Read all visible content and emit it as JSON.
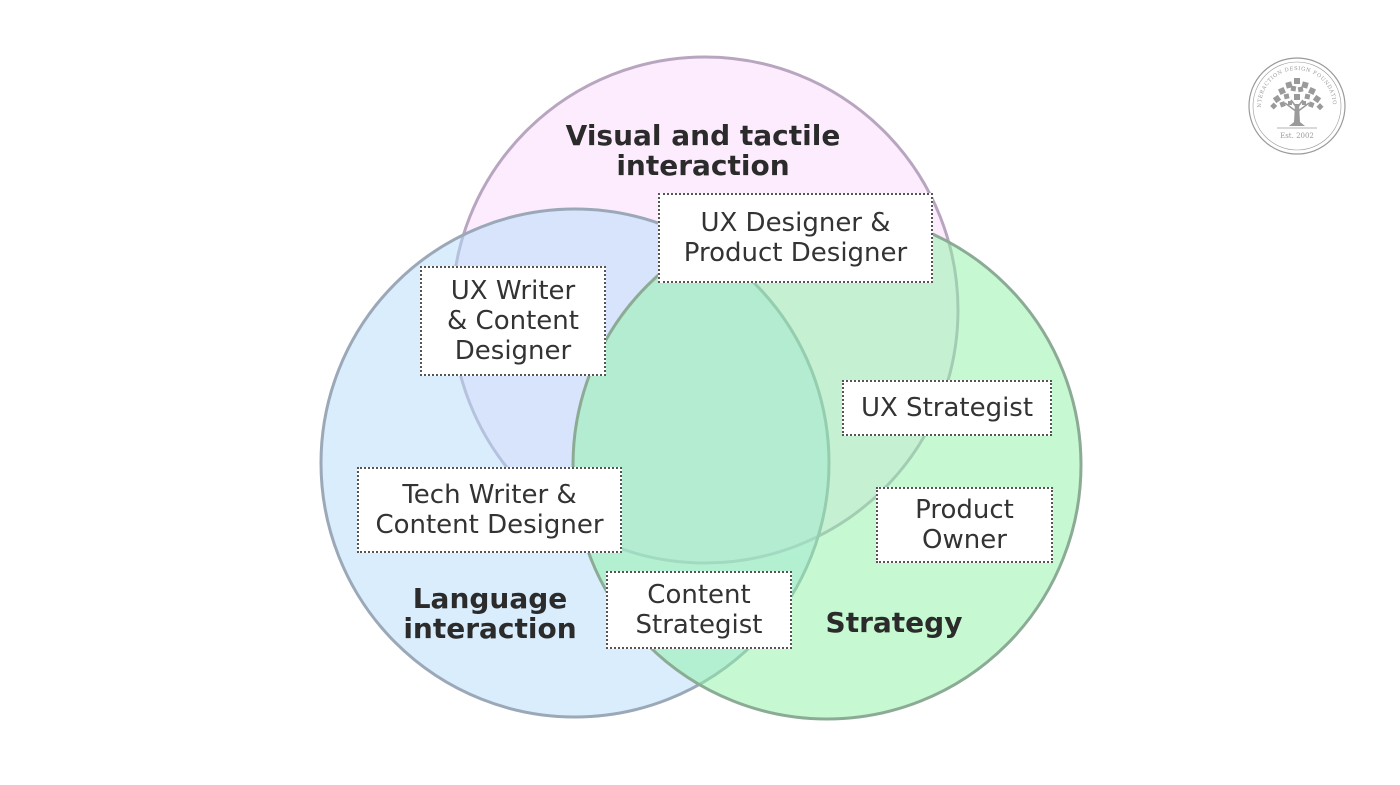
{
  "circles": {
    "visual": {
      "label_lines": [
        "Visual and tactile",
        "interaction"
      ],
      "fill": "#f9d9fb",
      "stroke": "#b8a6c0"
    },
    "language": {
      "label_lines": [
        "Language",
        "interaction"
      ],
      "fill": "#b3dcfa",
      "stroke": "#9aa8b8"
    },
    "strategy": {
      "label_lines": [
        "Strategy"
      ],
      "fill": "#8ef3a6",
      "stroke": "#8cab95"
    }
  },
  "roles": {
    "ux_designer": [
      "UX Designer &",
      "Product Designer"
    ],
    "ux_writer": [
      "UX Writer",
      "& Content",
      "Designer"
    ],
    "ux_strategist": [
      "UX Strategist"
    ],
    "tech_writer": [
      "Tech Writer &",
      "Content Designer"
    ],
    "product_owner": [
      "Product",
      "Owner"
    ],
    "content_strategist": [
      "Content",
      "Strategist"
    ]
  },
  "logo": {
    "icon": "tree-seal-icon",
    "est_text": "Est. 2002",
    "ring_text": "INTERACTION DESIGN FOUNDATION",
    "color": "#9a9a9a"
  }
}
